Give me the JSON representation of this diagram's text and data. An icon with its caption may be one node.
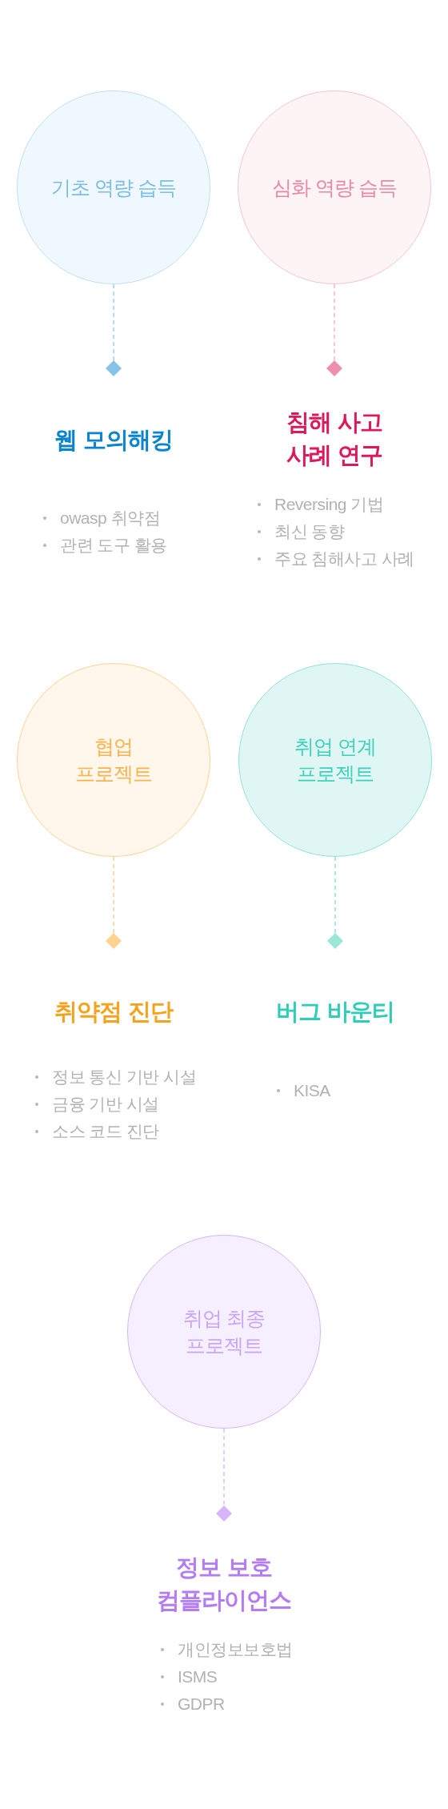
{
  "diagram": {
    "nodes": [
      {
        "text": [
          "기초 역량 습득"
        ]
      },
      {
        "text": [
          "심화 역량 습득"
        ]
      },
      {
        "text": [],
        "shape": "diamond",
        "beside": [
          "웹 모의해킹",
          "owasp 취약점",
          "관련 도구 활용"
        ]
      },
      {
        "text": [],
        "shape": "diamond",
        "beside": [
          "침해 사고 사례 연구",
          "Reversing 기법",
          "최신 동향",
          "주요 침해사고 사례"
        ]
      },
      {
        "text": [
          "협업 프로젝트"
        ]
      },
      {
        "text": [
          "취업 연계 프로젝트"
        ]
      },
      {
        "text": [],
        "shape": "diamond",
        "beside": [
          "취약점 진단",
          "정보 통신 기반 시설",
          "금융 기반 시설",
          "소스 코드 진단"
        ]
      },
      {
        "text": [],
        "shape": "diamond",
        "beside": [
          "버그 바운티",
          "KISA"
        ]
      },
      {
        "text": [
          "취업 최종 프로젝트"
        ]
      },
      {
        "text": [],
        "shape": "diamond",
        "beside": [
          "정보 보호 컴플라이언스",
          "개인정보보호법",
          "ISMS",
          "GDPR"
        ]
      }
    ],
    "edges": [
      {
        "from": 0,
        "to": 2,
        "arrow": "none",
        "style": "dashed",
        "color": "#90c8ea"
      },
      {
        "from": 1,
        "to": 3,
        "arrow": "none",
        "style": "dashed",
        "color": "#f2a9c0"
      },
      {
        "from": 4,
        "to": 6,
        "arrow": "none",
        "style": "dashed",
        "color": "#fcc97f"
      },
      {
        "from": 5,
        "to": 7,
        "arrow": "none",
        "style": "dashed",
        "color": "#7fdccd"
      },
      {
        "from": 8,
        "to": 9,
        "arrow": "none",
        "style": "dashed",
        "color": "#d5b6f8"
      }
    ]
  }
}
